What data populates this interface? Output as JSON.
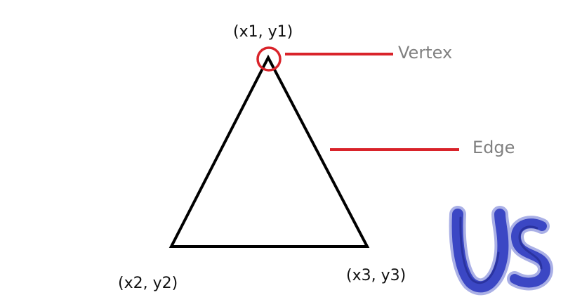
{
  "diagram": {
    "vertex_labels": {
      "top": "(x1, y1)",
      "bottom_left": "(x2, y2)",
      "bottom_right": "(x3, y3)"
    },
    "callouts": {
      "vertex": "Vertex",
      "edge": "Edge"
    },
    "colors": {
      "triangle": "#000000",
      "marker": "#d9232a",
      "callout_text": "#808080",
      "logo": "#3b47c4"
    },
    "logo": {
      "text": "Us"
    }
  }
}
